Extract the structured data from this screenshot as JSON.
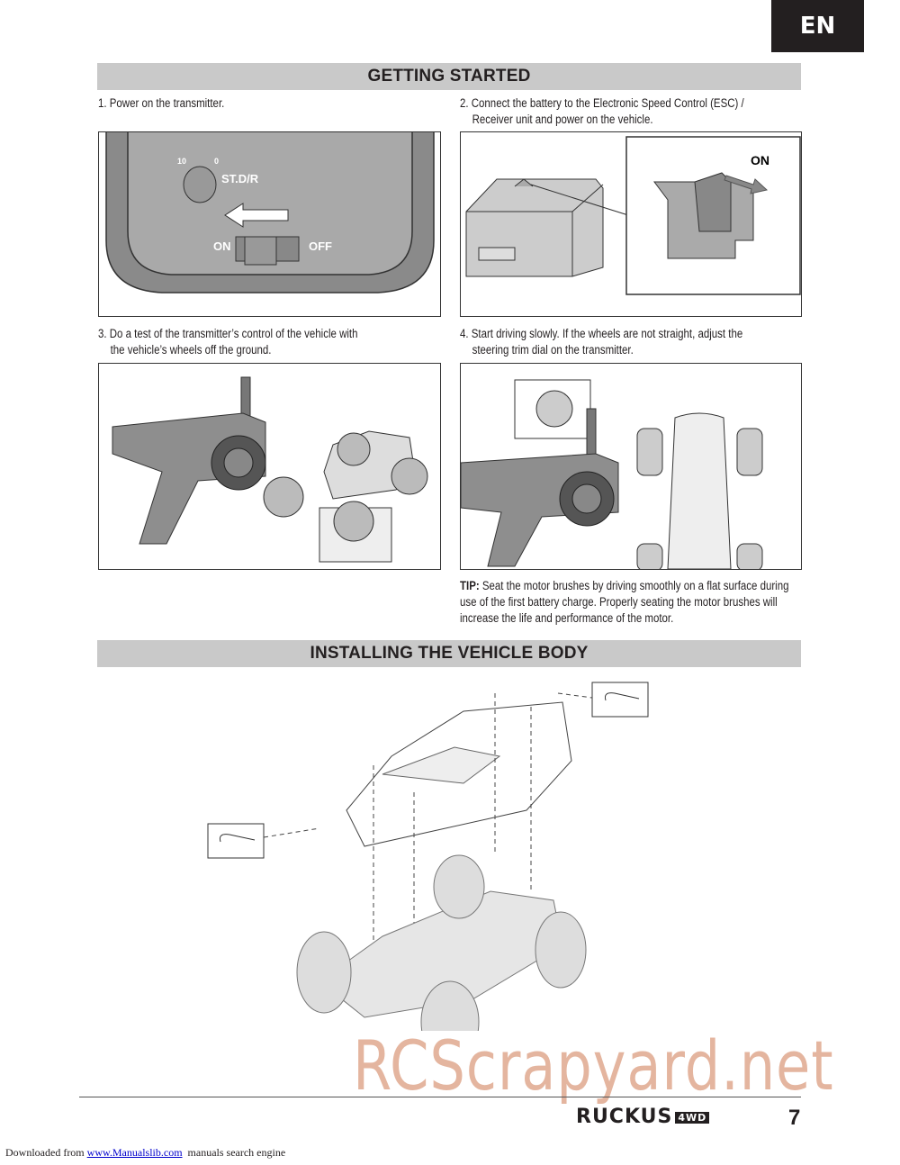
{
  "lang_tab": "EN",
  "section1": {
    "title": "GETTING STARTED",
    "steps": [
      {
        "line1": "1. Power on the transmitter.",
        "line2": ""
      },
      {
        "line1": "2. Connect the battery to the Electronic Speed Control (ESC) /",
        "line2": "Receiver unit and power on the vehicle."
      },
      {
        "line1": "3. Do a test of the transmitter’s control of the vehicle with",
        "line2": "the vehicle’s wheels off the ground."
      },
      {
        "line1": "4. Start driving slowly. If the wheels are not straight, adjust the",
        "line2": "steering trim dial on the transmitter."
      }
    ],
    "fig1": {
      "dial_10": "10",
      "dial_0": "0",
      "dial_label": "ST.D/R",
      "on": "ON",
      "off": "OFF"
    },
    "fig2": {
      "on": "ON"
    },
    "tip_label": "TIP:",
    "tip_text": " Seat the motor brushes by driving smoothly on a flat surface during use of the first battery charge. Properly seating the motor brushes will increase the life and performance of the motor."
  },
  "section2": {
    "title": "INSTALLING THE VEHICLE BODY"
  },
  "footer": {
    "logo": "RUCKUS",
    "logo_sub": "4WD",
    "page_number": "7",
    "watermark": "RCScrapyard.net",
    "download_prefix": "Downloaded from ",
    "download_link": "www.Manualslib.com",
    "download_suffix": "  manuals search engine"
  }
}
